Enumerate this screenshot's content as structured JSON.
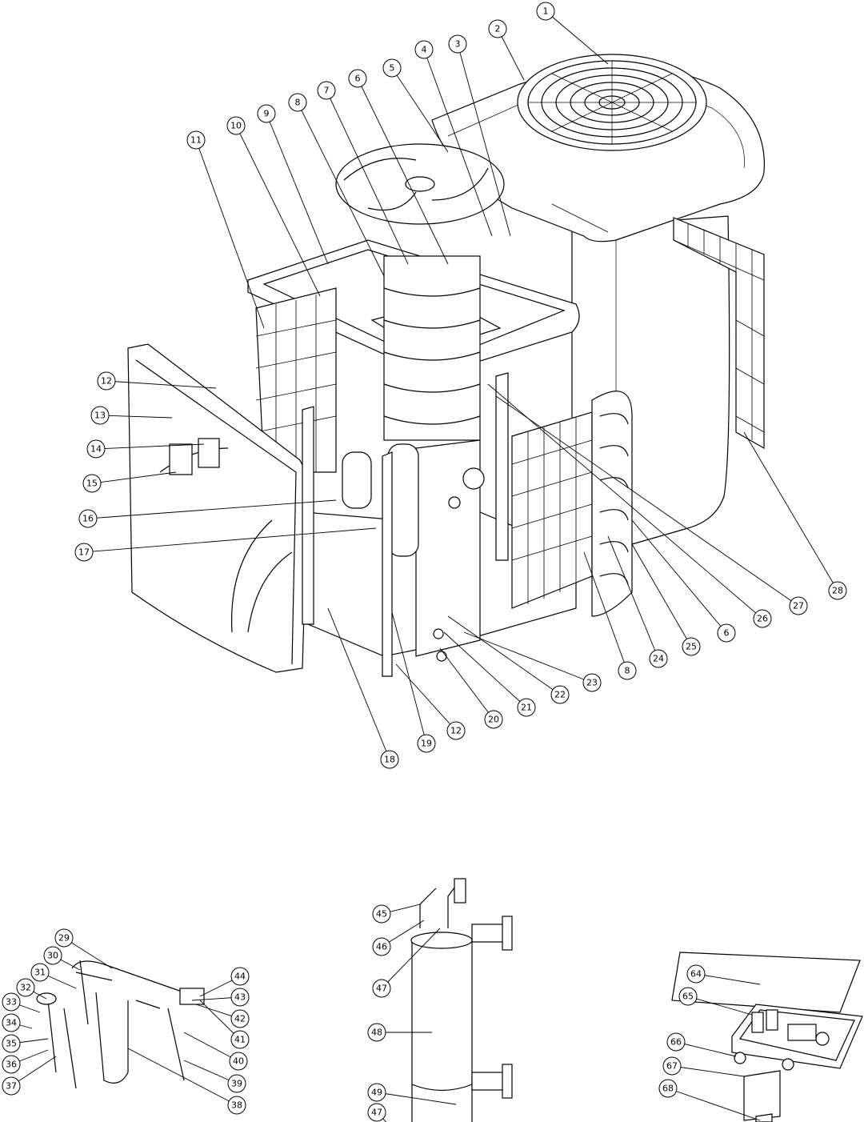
{
  "callouts": [
    "1",
    "2",
    "3",
    "4",
    "5",
    "6",
    "7",
    "8",
    "9",
    "10",
    "11",
    "12",
    "13",
    "14",
    "15",
    "16",
    "17",
    "18",
    "19",
    "20",
    "21",
    "22",
    "23",
    "24",
    "25",
    "26",
    "27",
    "28",
    "29",
    "30",
    "31",
    "32",
    "33",
    "34",
    "35",
    "36",
    "37",
    "38",
    "39",
    "40",
    "41",
    "42",
    "43",
    "44",
    "45",
    "46",
    "47",
    "48",
    "49",
    "64",
    "65",
    "66",
    "67",
    "68"
  ]
}
